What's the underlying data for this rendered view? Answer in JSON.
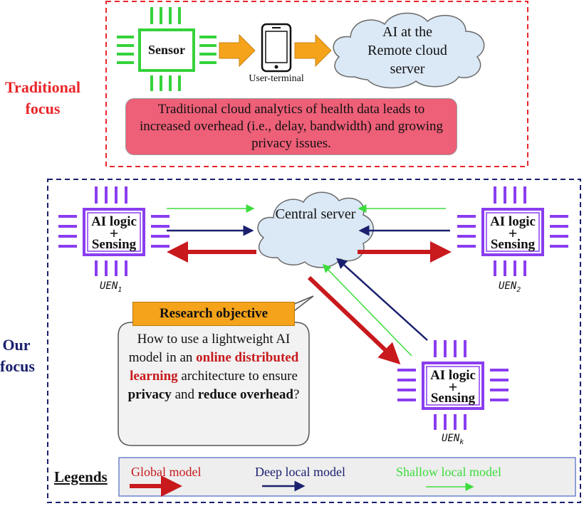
{
  "traditional": {
    "side_label": "Traditional focus",
    "sensor_label": "Sensor",
    "terminal_label": "User-terminal",
    "cloud_text": "AI at the Remote cloud server",
    "note": "Traditional cloud analytics of health data leads to increased overhead (i.e., delay, bandwidth) and growing privacy issues."
  },
  "our": {
    "side_label": "Our focus",
    "central_server": "Central server",
    "chip_line1": "AI logic",
    "chip_plus": "+",
    "chip_line2": "Sensing",
    "uen_prefix": "UEN",
    "uen1_sub": "1",
    "uen2_sub": "2",
    "uenk_sub": "k",
    "objective_title": "Research objective",
    "question": {
      "part1": "How to use a lightweight AI model in an",
      "highlight": "online distributed learning",
      "part2": "architecture to ensure",
      "bold1": "privacy",
      "mid": "and",
      "bold2": "reduce overhead",
      "end": "?"
    }
  },
  "legend": {
    "title": "Legends",
    "items": [
      {
        "label": "Global model",
        "color": "#c8191d"
      },
      {
        "label": "Deep local model",
        "color": "#1a1f6e"
      },
      {
        "label": "Shallow local model",
        "color": "#3ddc3d"
      }
    ]
  },
  "colors": {
    "traditional_border": "#e8262a",
    "our_border": "#1a1f6e",
    "chip_purple": "#8a3df0",
    "sensor_green": "#34d23a",
    "arrow_orange": "#f5a31a",
    "cloud_fill": "#dbe8f5",
    "note_fill": "#ee5f78",
    "legend_fill": "#eeeeee"
  }
}
